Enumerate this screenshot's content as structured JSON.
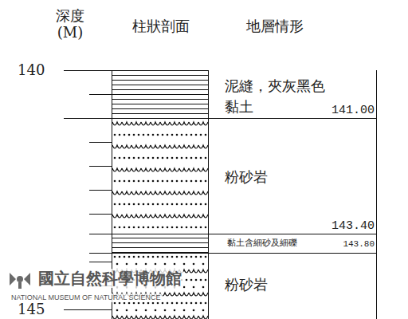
{
  "diagram": {
    "nodes": [
      {
        "text": [
          "泥縫，夾灰黑色黏土",
          "141.00"
        ]
      },
      {
        "text": [
          "粉砂岩",
          "143.40"
        ]
      },
      {
        "text": [
          "黏土含細砂及細礫",
          "143.80"
        ]
      },
      {
        "text": [
          "粉砂岩"
        ]
      }
    ],
    "labels": [
      "深度 (M)",
      "柱狀剖面",
      "地層情形",
      "140",
      "145",
      "國立自然科學博物館",
      "NATIONAL MUSEUM OF NATURAL SCIENCE"
    ]
  }
}
